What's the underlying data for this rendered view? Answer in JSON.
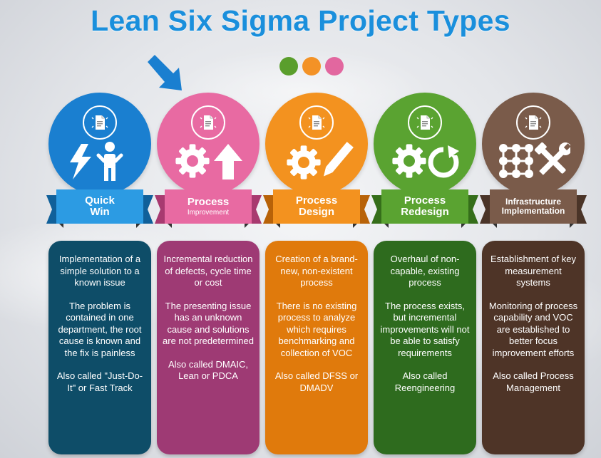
{
  "title": "Lean Six Sigma Project Types",
  "dot_colors": [
    "#5a9e2c",
    "#f39226",
    "#e2679f"
  ],
  "columns": [
    {
      "key": "quick-win",
      "color": "#1a7fd0",
      "card_color": "#0e4d68",
      "ribbon_color": "#2c9be3",
      "ribbon_dark": "#10609a",
      "icon": "lightning-person-icon",
      "label": "Quick Win",
      "label_line1": "Quick",
      "label_line2": "Win",
      "sublabel": "",
      "p1": "Implementation of a simple solution to a known issue",
      "p2": "The problem is contained in one department, the root cause is known and the fix is painless",
      "p3": "Also called \"Just-Do-It\" or Fast Track"
    },
    {
      "key": "process-improvement",
      "color": "#e86aa2",
      "card_color": "#9e3a74",
      "ribbon_color": "#e86aa2",
      "ribbon_dark": "#a83a70",
      "icon": "gear-up-arrow-icon",
      "label": "Process",
      "label_line1": "Process",
      "label_line2": "",
      "sublabel": "Improvement",
      "p1": "Incremental reduction of defects, cycle time or cost",
      "p2": "The presenting issue has an unknown cause and solutions are not predetermined",
      "p3": "Also called DMAIC, Lean or PDCA"
    },
    {
      "key": "process-design",
      "color": "#f3921f",
      "card_color": "#e07a0c",
      "ribbon_color": "#f3921f",
      "ribbon_dark": "#b86208",
      "icon": "gear-pencil-icon",
      "label": "Process Design",
      "label_line1": "Process",
      "label_line2": "Design",
      "sublabel": "",
      "p1": "Creation of a brand-new, non-existent process",
      "p2": "There is no existing process to analyze which requires benchmarking and collection of VOC",
      "p3": "Also called DFSS or DMADV"
    },
    {
      "key": "process-redesign",
      "color": "#5aa331",
      "card_color": "#2e6b1e",
      "ribbon_color": "#5aa331",
      "ribbon_dark": "#356e1a",
      "icon": "gear-refresh-icon",
      "label": "Process Redesign",
      "label_line1": "Process",
      "label_line2": "Redesign",
      "sublabel": "",
      "p1": "Overhaul of non-capable, existing process",
      "p2": "The process exists, but incremental improvements will not be able to satisfy requirements",
      "p3": "Also called Reengineering"
    },
    {
      "key": "infrastructure-implementation",
      "color": "#7a5b4a",
      "card_color": "#4e3427",
      "ribbon_color": "#7a5b4a",
      "ribbon_dark": "#4a3428",
      "icon": "network-tools-icon",
      "label": "Infrastructure Implementation",
      "label_line1": "Infrastructure",
      "label_line2": "Implementation",
      "sublabel": "",
      "p1": "Establishment of key measurement systems",
      "p2": "Monitoring of process capability and VOC are established to better focus improvement efforts",
      "p3": "Also called Process Management"
    }
  ]
}
